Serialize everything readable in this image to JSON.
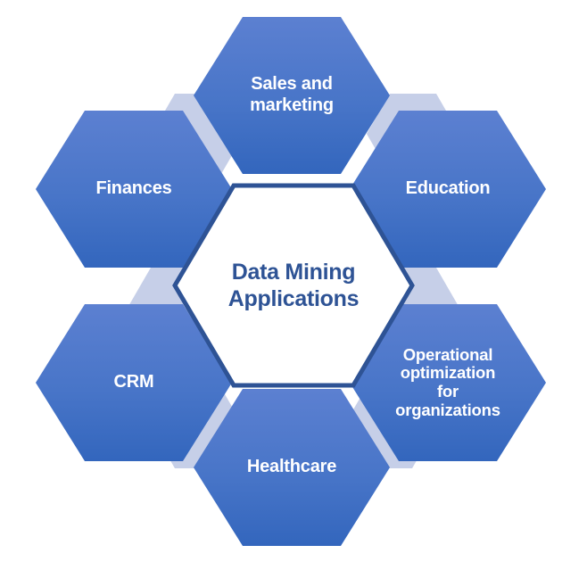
{
  "diagram": {
    "title": "Data Mining Applications",
    "type": "hexagon-honeycomb",
    "center": {
      "label": "Data Mining\nApplications",
      "fill": "#ffffff",
      "stroke": "#2e5395",
      "text_color": "#2e5395"
    },
    "colors": {
      "hex_gradient_top": "#5b7fd0",
      "hex_gradient_bottom": "#3366bd",
      "connector": "#c6cfe8",
      "label_text": "#ffffff",
      "background": "#ffffff"
    },
    "nodes": [
      {
        "id": "sales-and-marketing",
        "label": "Sales and\nmarketing",
        "position": "top",
        "lines": 2
      },
      {
        "id": "education",
        "label": "Education",
        "position": "top-right",
        "lines": 1
      },
      {
        "id": "operational-optimization-for-organizations",
        "label": "Operational\noptimization\nfor\norganizations",
        "position": "bottom-right",
        "lines": 4
      },
      {
        "id": "healthcare",
        "label": "Healthcare",
        "position": "bottom",
        "lines": 1
      },
      {
        "id": "crm",
        "label": "CRM",
        "position": "bottom-left",
        "lines": 1
      },
      {
        "id": "finances",
        "label": "Finances",
        "position": "top-left",
        "lines": 1
      }
    ]
  }
}
